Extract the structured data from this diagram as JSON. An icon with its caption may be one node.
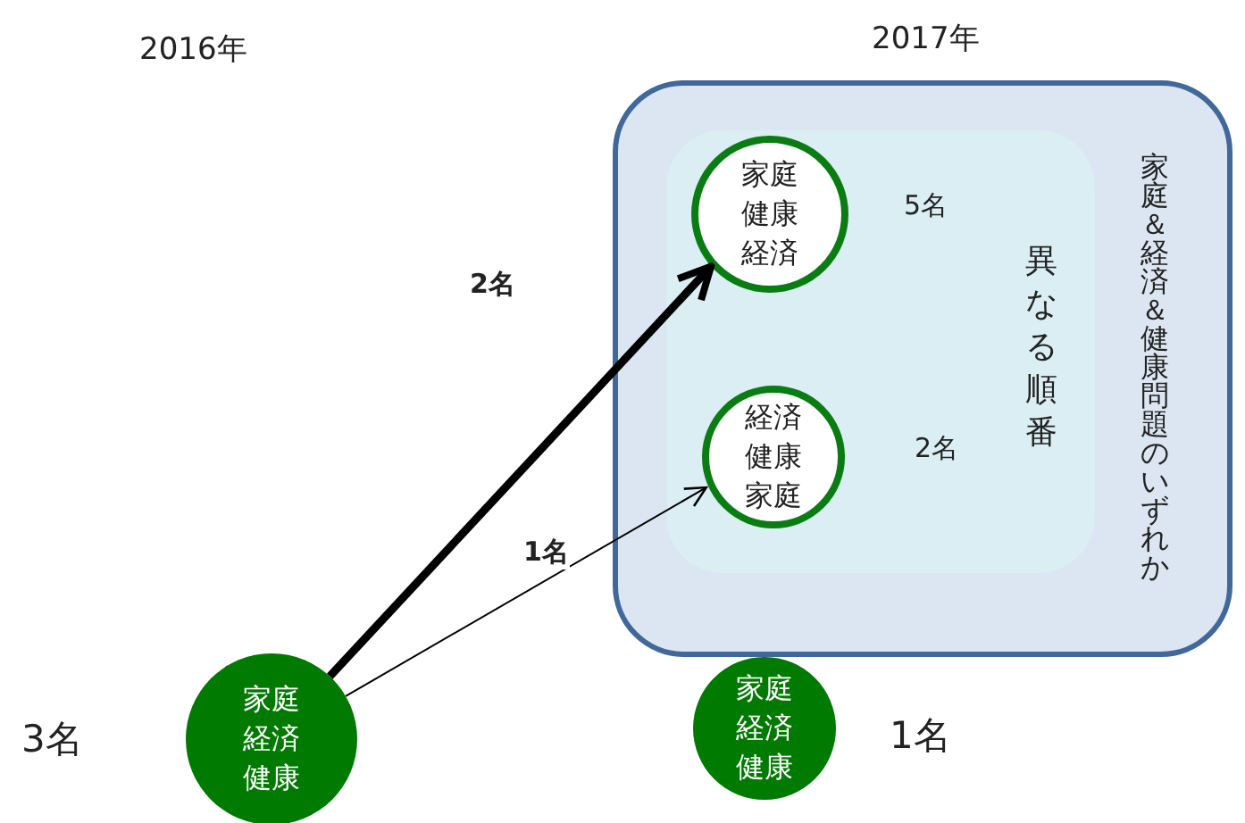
{
  "diagram": {
    "nodes": [
      {
        "text": [
          "家庭＆経済＆健康問題のいずれか"
        ]
      },
      {
        "text": [
          "異なる順番"
        ],
        "in": 0
      },
      {
        "text": [
          "家庭健康経済"
        ],
        "in": 1,
        "beside": [
          "5名"
        ]
      },
      {
        "text": [
          "経済健康家庭"
        ],
        "in": 1,
        "beside": [
          "2名"
        ]
      },
      {
        "text": [
          "家庭経済健康"
        ],
        "beside": [
          "3名"
        ]
      },
      {
        "text": [
          "家庭経済健康"
        ],
        "beside": [
          "1名"
        ]
      }
    ],
    "edges": [
      {
        "from": 4,
        "to": 2,
        "arrow": "to",
        "style": "thick",
        "label": "2名"
      },
      {
        "from": 4,
        "to": 3,
        "arrow": "to",
        "label": "1名"
      }
    ],
    "labels": [
      "2016年",
      "2017年"
    ]
  }
}
